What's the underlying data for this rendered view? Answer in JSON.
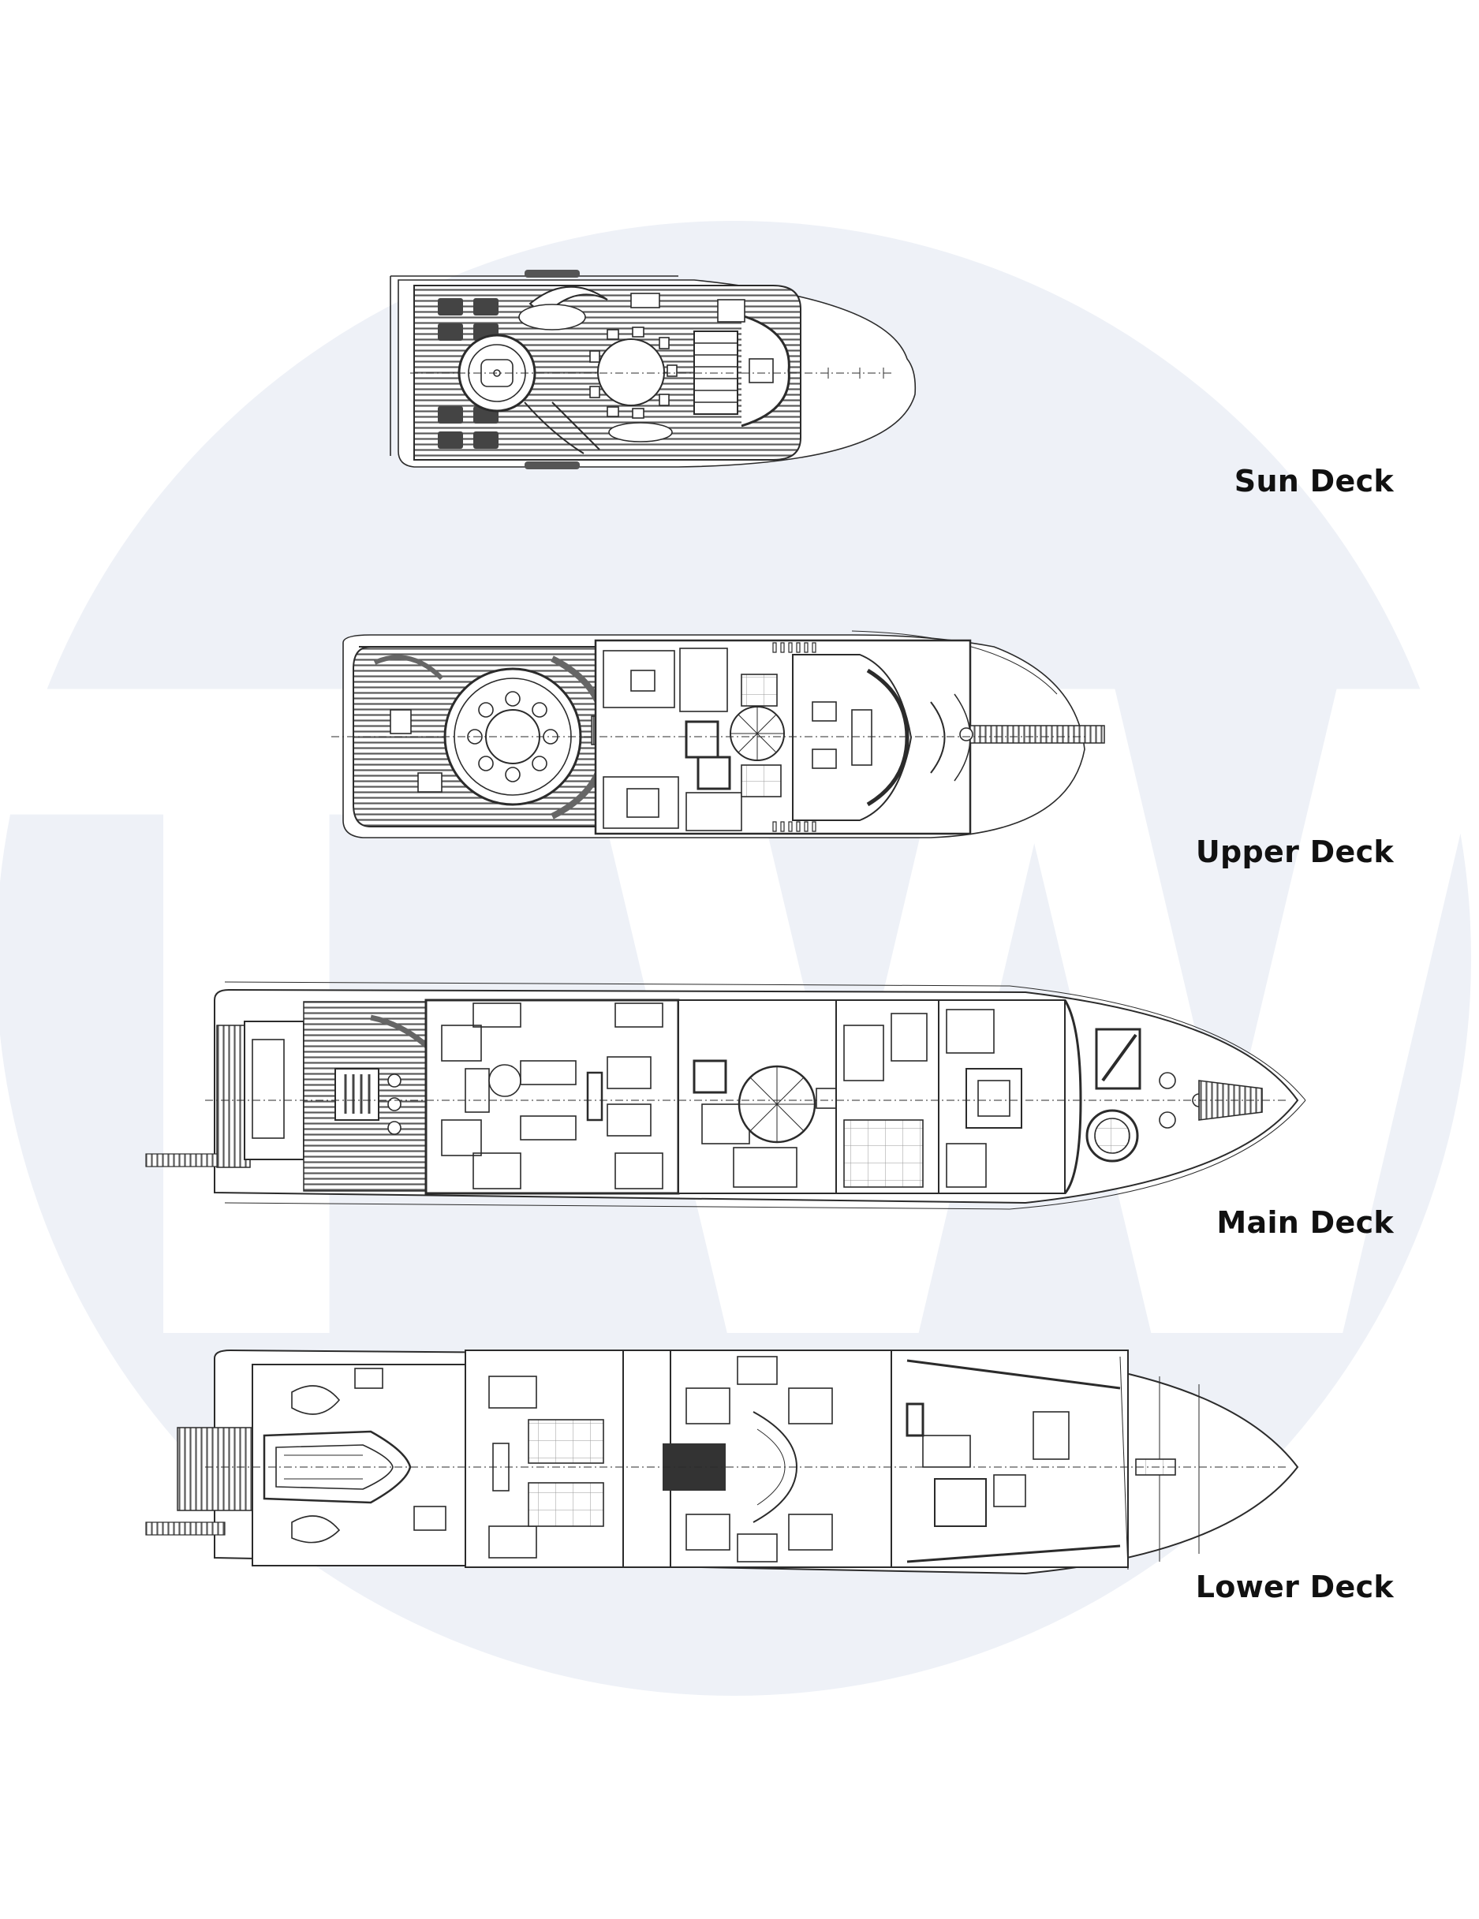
{
  "watermark": {
    "text": "TW",
    "circle_color": "#eef1f7",
    "letter_color": "#ffffff"
  },
  "colors": {
    "line": "#2b2b2b",
    "deck": "#666666"
  },
  "decks": [
    {
      "id": "sun",
      "label": "Sun Deck"
    },
    {
      "id": "upper",
      "label": "Upper Deck"
    },
    {
      "id": "main",
      "label": "Main Deck"
    },
    {
      "id": "lower",
      "label": "Lower Deck"
    }
  ]
}
